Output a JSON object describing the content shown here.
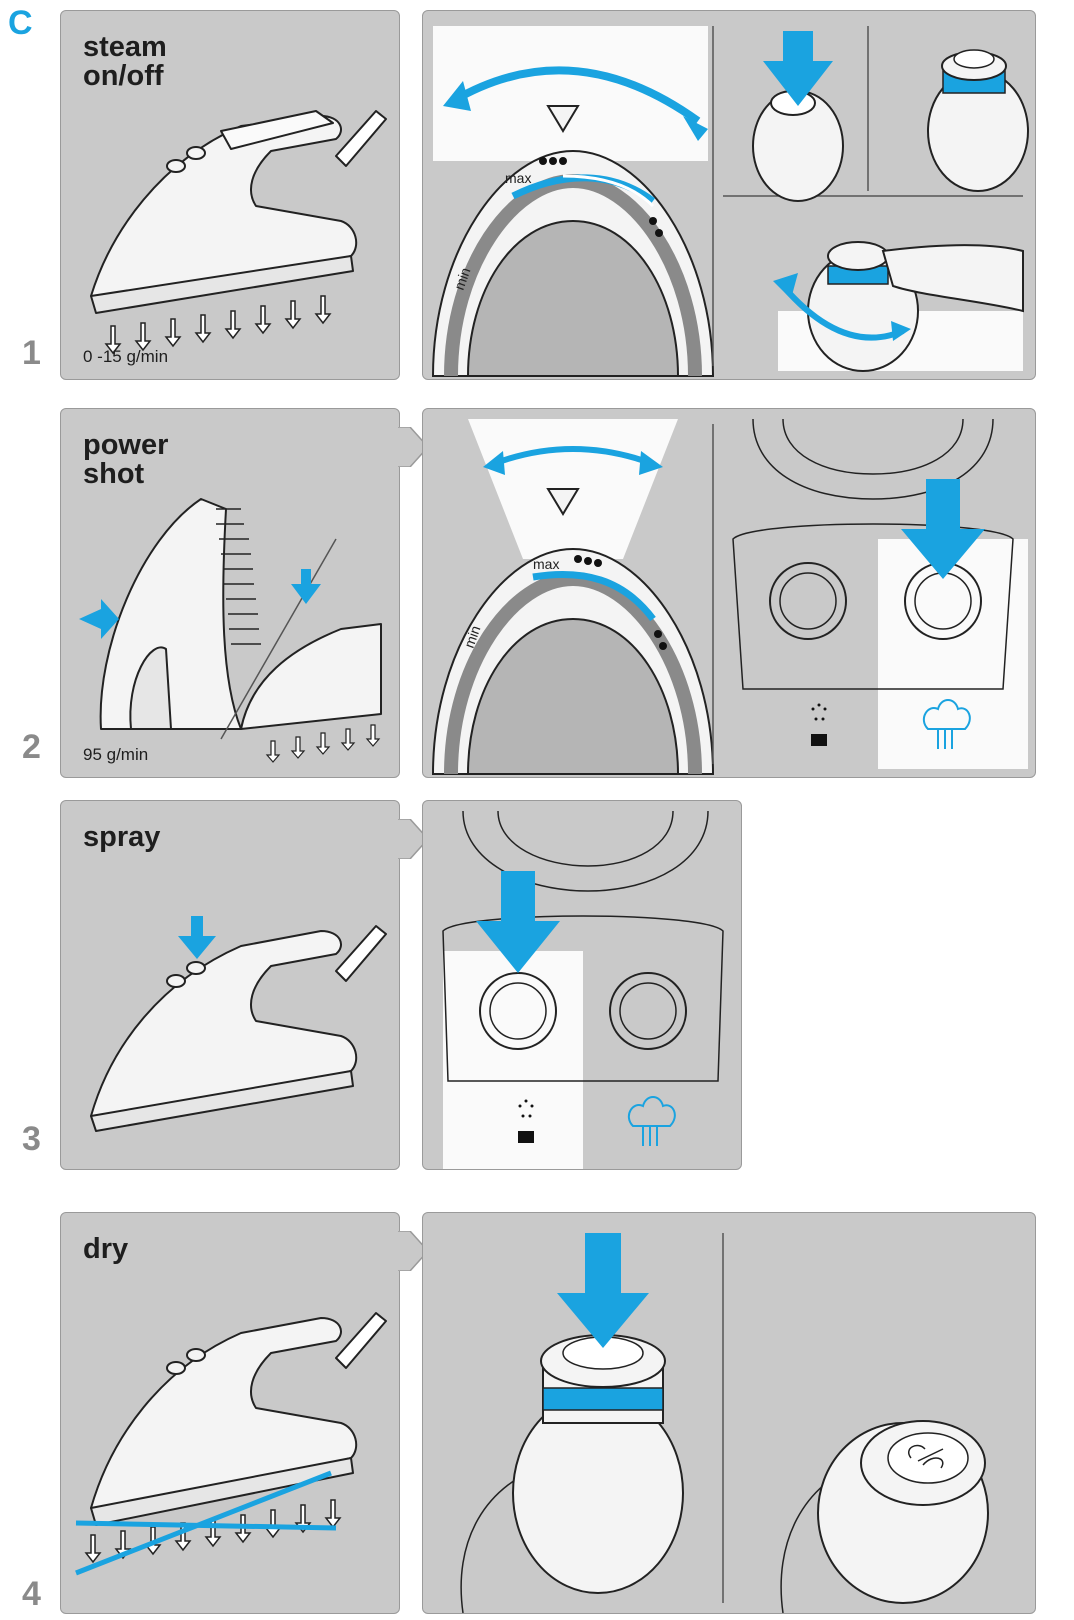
{
  "section_letter": "C",
  "steps": [
    {
      "number": "1",
      "title": "steam\non/off",
      "rate": "0 -15 g/min",
      "dial_max": "max",
      "dial_min": "min"
    },
    {
      "number": "2",
      "title": "power\nshot",
      "rate": "95 g/min",
      "dial_max": "max",
      "dial_min": "min"
    },
    {
      "number": "3",
      "title": "spray",
      "rate": ""
    },
    {
      "number": "4",
      "title": "dry",
      "rate": ""
    }
  ],
  "colors": {
    "accent": "#1aa3e0",
    "panel": "#c9c9c9",
    "border": "#9a9a9a",
    "number": "#8a8a8a"
  },
  "icons": [
    "iron-icon",
    "steam-dial-icon",
    "steam-button-icon",
    "spray-icon",
    "steam-cloud-icon",
    "arrow-down-icon"
  ]
}
